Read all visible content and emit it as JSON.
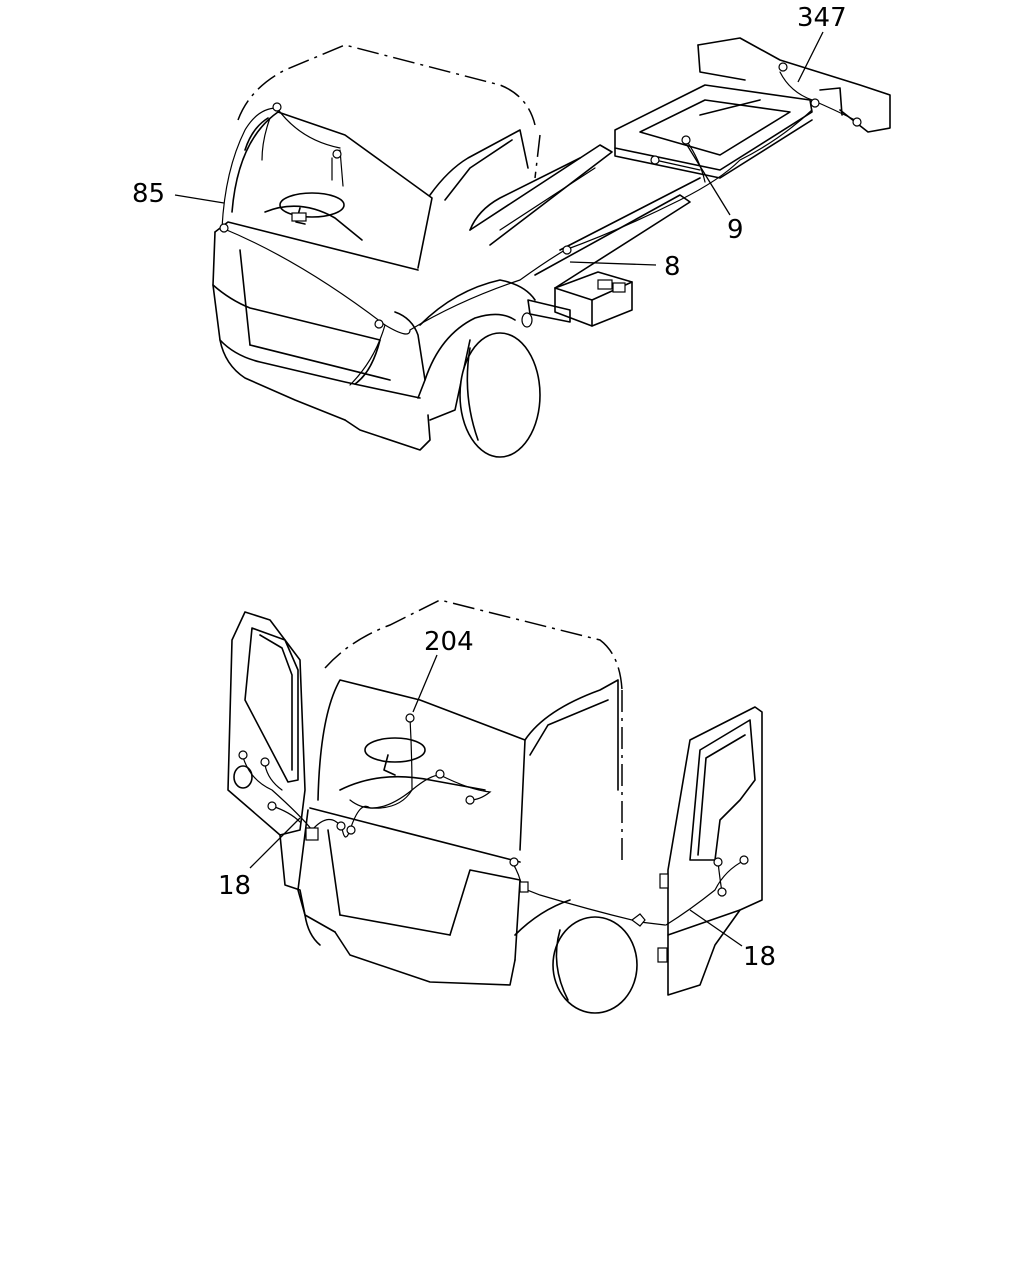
{
  "callouts": {
    "c347": "347",
    "c85": "85",
    "c9": "9",
    "c8": "8",
    "c204": "204",
    "c18_left": "18",
    "c18_right": "18"
  }
}
